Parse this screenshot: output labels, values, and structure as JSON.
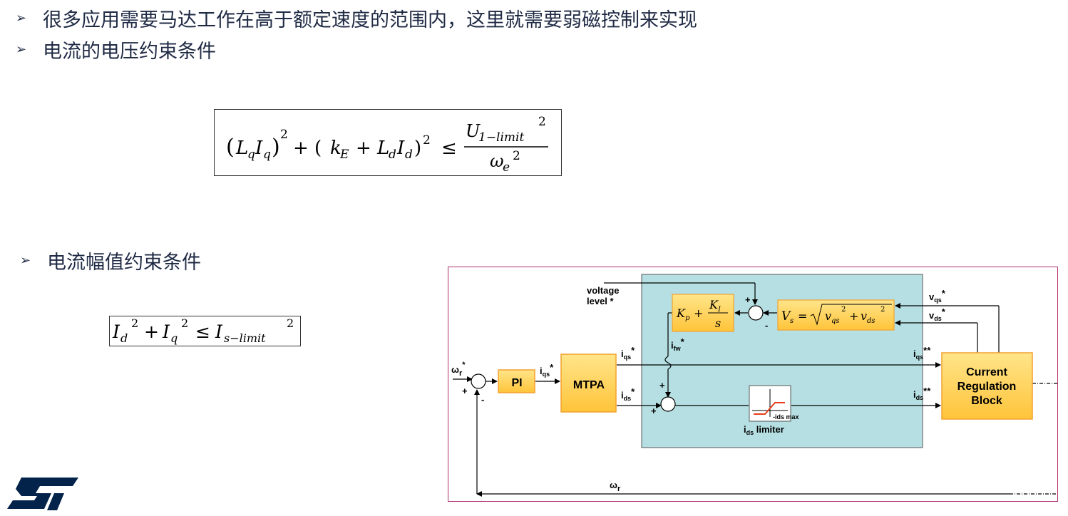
{
  "bullets": [
    {
      "text": "很多应用需要马达工作在高于额定速度的范围内，这里就需要弱磁控制来实现"
    },
    {
      "text": "电流的电压约束条件"
    },
    {
      "text": "电流幅值约束条件"
    }
  ],
  "icons": {
    "bullet": "right-arrowhead-icon",
    "logo": "st-logo"
  },
  "equations": {
    "voltage_constraint": "(LqIq)² + (kE + LdId)² ≤ U1−limit² / ωe²",
    "current_constraint": "Id² + Iq² ≤ Is−limit²"
  },
  "diagram": {
    "blocks": {
      "pi": "PI",
      "mtpa": "MTPA",
      "current_reg": [
        "Current",
        "Regulation",
        "Block"
      ],
      "limiter_caption": "ids limiter",
      "limiter_inner": "-ids max"
    },
    "labels": {
      "voltage_level": [
        "voltage",
        "level *"
      ],
      "wr_star": "ωr*",
      "wr": "ωr",
      "iqs_star": "iqs*",
      "ids_star": "ids*",
      "ifw_star": "ifw*",
      "iqs_star_star": "iqs**",
      "ids_star_star": "ids**",
      "vqs_star": "vqs*",
      "vds_star": "vds*",
      "plus": "+",
      "minus": "-"
    }
  },
  "colors": {
    "text": "#1f2a44",
    "teal_region": "#b5dfe2",
    "block_fill": "#ffd24d",
    "block_border": "#f2a12e",
    "frame": "#b03070",
    "logo": "#03234b"
  }
}
